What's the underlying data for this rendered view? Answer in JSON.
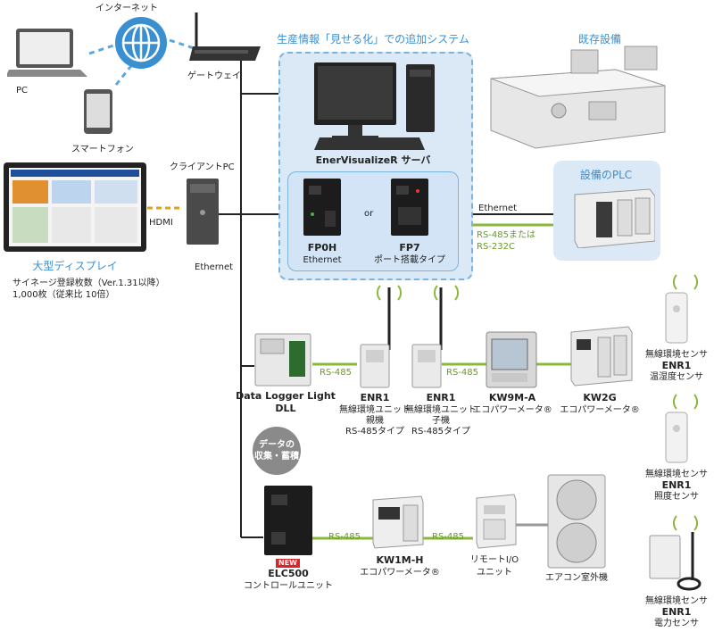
{
  "network": {
    "internet": "インターネット",
    "pc": "PC",
    "smartphone": "スマートフォン",
    "gateway": "ゲートウェイ",
    "client_pc": "クライアントPC",
    "hdmi": "HDMI",
    "ethernet_main": "Ethernet",
    "ethernet_plc": "Ethernet",
    "large_display": "大型ディスプレイ",
    "signage_line1": "サイネージ登録枚数（Ver.1.31以降）",
    "signage_line2": "1,000枚（従来比 10倍）"
  },
  "system_box": {
    "title": "生産情報「見せる化」での追加システム",
    "server_label": "EnerVisualizeR サーバ",
    "or_label": "or",
    "fp0h_name": "FP0H",
    "fp0h_sub": "Ethernet",
    "fp7_name": "FP7",
    "fp7_sub": "ポート搭載タイプ"
  },
  "existing": {
    "title": "既存設備",
    "plc_title": "設備のPLC",
    "rs485_or": "RS-485または",
    "rs232c": "RS-232C"
  },
  "row1": {
    "rs485_a": "RS-485",
    "rs485_b": "RS-485",
    "dll_name": "Data Logger Light",
    "dll_sub": "DLL",
    "enr1_parent_name": "ENR1",
    "enr1_parent_l1": "無線環境ユニット",
    "enr1_parent_l2": "親機",
    "enr1_parent_l3": "RS-485タイプ",
    "enr1_child_name": "ENR1",
    "enr1_child_l1": "無線環境ユニット",
    "enr1_child_l2": "子機",
    "enr1_child_l3": "RS-485タイプ",
    "kw9m_name": "KW9M-A",
    "kw9m_sub": "エコパワーメータ®",
    "kw2g_name": "KW2G",
    "kw2g_sub": "エコパワーメータ®"
  },
  "sensors": [
    {
      "type": "無線環境センサ",
      "name": "ENR1",
      "kind": "温湿度センサ"
    },
    {
      "type": "無線環境センサ",
      "name": "ENR1",
      "kind": "照度センサ"
    },
    {
      "type": "無線環境センサ",
      "name": "ENR1",
      "kind": "電力センサ"
    }
  ],
  "collect_bubble": {
    "line1": "データの",
    "line2": "収集・蓄積"
  },
  "row2": {
    "rs485_a": "RS-485",
    "rs485_b": "RS-485",
    "new_badge": "NEW",
    "elc_name": "ELC500",
    "elc_sub": "コントロールユニット",
    "kw1m_name": "KW1M-H",
    "kw1m_sub": "エコパワーメータ®",
    "io_l1": "リモートI/O",
    "io_l2": "ユニット",
    "ac_label": "エアコン室外機"
  },
  "colors": {
    "wire": "#222222",
    "serial": "#8ab83a",
    "dash_blue": "#5aa8e0",
    "hdmi_dash": "#e0a020",
    "zone": "#dbe9f6"
  }
}
